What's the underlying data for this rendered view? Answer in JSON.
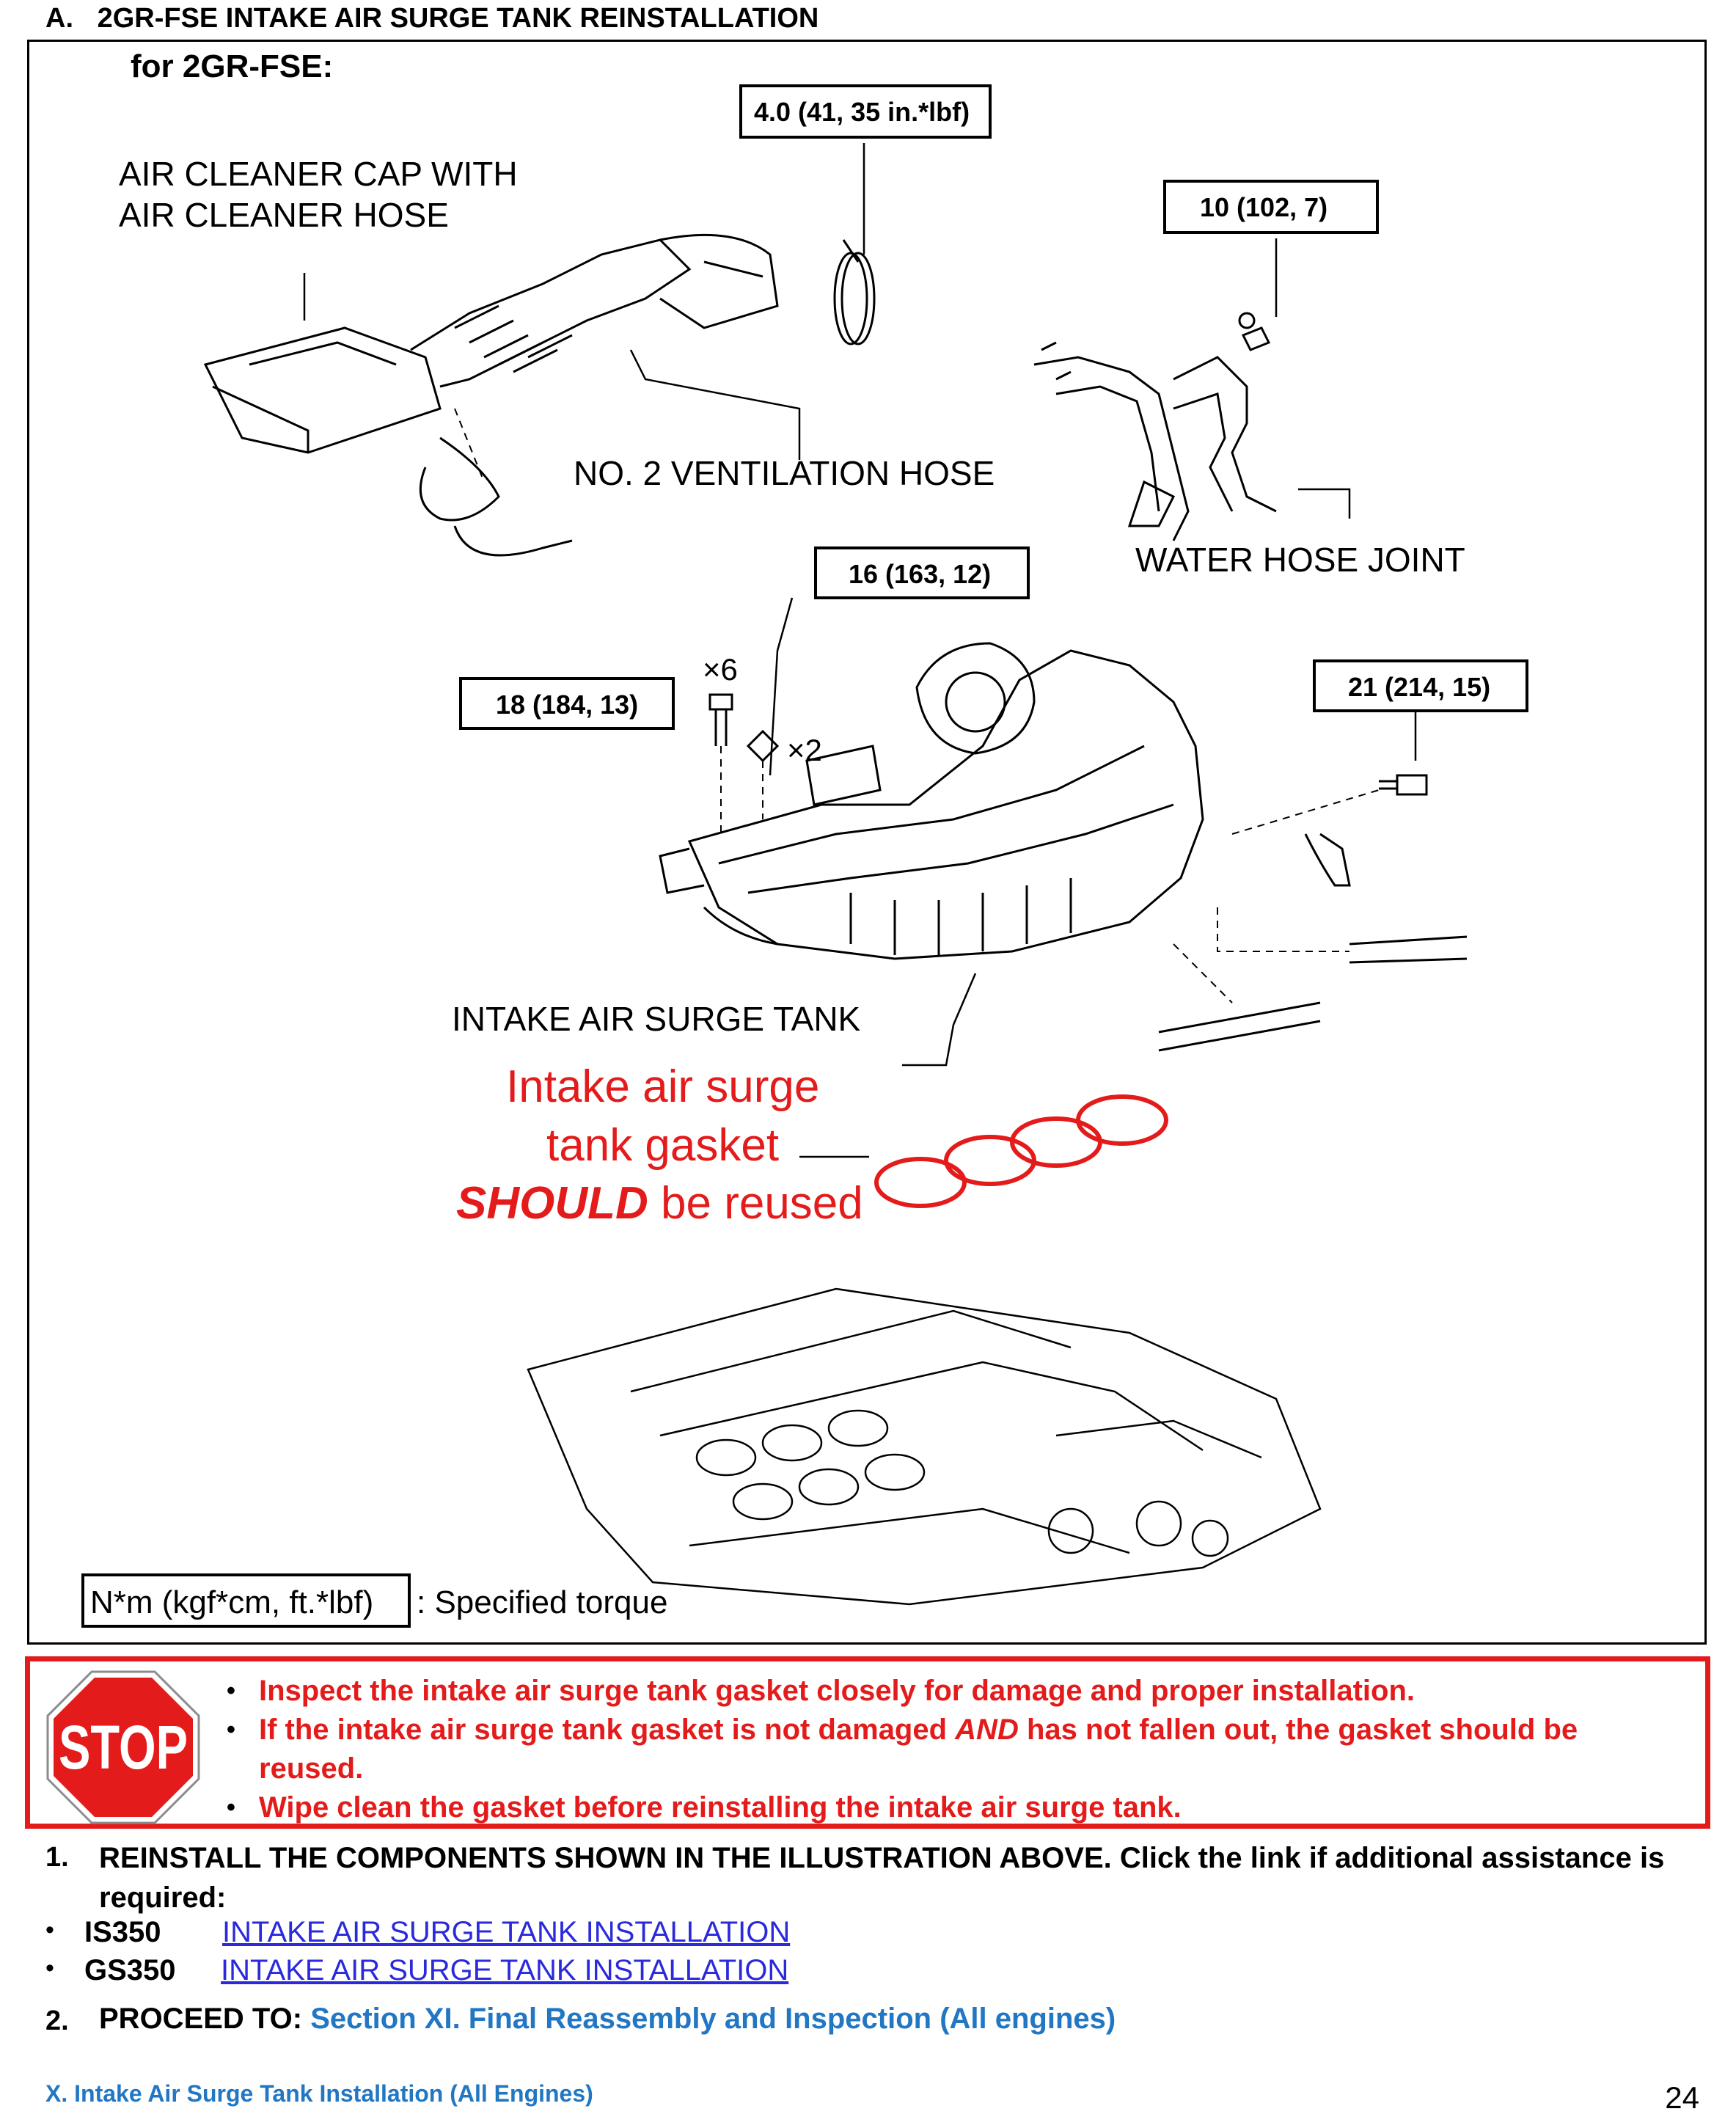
{
  "section": {
    "label": "A.",
    "title": "2GR-FSE INTAKE AIR SURGE TANK REINSTALLATION"
  },
  "figure": {
    "heading": "for 2GR-FSE:",
    "torques": [
      "4.0 (41, 35 in.*lbf)",
      "10 (102, 7)",
      "16 (163, 12)",
      "18 (184, 13)",
      "21 (214, 15)"
    ],
    "quantities": [
      "×6",
      "×2"
    ],
    "labels": {
      "air_cleaner_line1": "AIR CLEANER CAP WITH",
      "air_cleaner_line2": "AIR CLEANER HOSE",
      "ventilation_hose": "NO. 2 VENTILATION HOSE",
      "water_hose_joint": "WATER HOSE JOINT",
      "surge_tank": "INTAKE AIR SURGE TANK"
    },
    "gasket_note": {
      "line1": "Intake air surge",
      "line2": "tank gasket",
      "emphasis": "SHOULD",
      "rest": " be reused"
    },
    "legend": {
      "box": "N*m (kgf*cm, ft.*lbf)",
      "text": ": Specified torque"
    }
  },
  "stop_sign": {
    "text": "STOP"
  },
  "warnings": [
    {
      "text": "Inspect the intake air surge tank gasket closely for damage and proper installation."
    },
    {
      "before": "If the intake air surge tank gasket is not damaged ",
      "emphasis": "AND",
      "after": " has not fallen out, the gasket should be reused."
    },
    {
      "text": "Wipe clean the gasket before reinstalling the intake air surge tank."
    }
  ],
  "steps": [
    {
      "number": "1.",
      "text": "REINSTALL THE COMPONENTS SHOWN IN THE ILLUSTRATION ABOVE. Click the link if additional assistance is required:"
    },
    {
      "number": "2.",
      "prefix": "PROCEED TO: ",
      "link": "Section XI. Final Reassembly and Inspection (All engines)"
    }
  ],
  "models": [
    {
      "name": "IS350",
      "link": "INTAKE AIR SURGE TANK INSTALLATION"
    },
    {
      "name": "GS350",
      "link": "INTAKE AIR SURGE TANK INSTALLATION"
    }
  ],
  "footer": {
    "title": "X. Intake Air Surge Tank Installation (All Engines)",
    "page": "24"
  },
  "colors": {
    "warning_red": "#e41b1b",
    "link_blue": "#2a2adc",
    "section_blue": "#2177c3"
  }
}
